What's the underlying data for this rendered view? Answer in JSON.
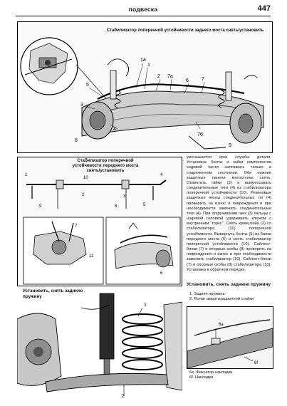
{
  "header": {
    "title": "подвеска",
    "page_number": "447"
  },
  "figure_top": {
    "caption": "Стабилизатор поперечной устойчивости заднего моста снять/установить",
    "labels": [
      "1а",
      "1",
      "2",
      "3",
      "4",
      "5",
      "6",
      "7",
      "7а",
      "7б",
      "8",
      "9"
    ]
  },
  "figure_middle": {
    "caption": "Стабилизатор поперечной устойчивости переднего моста снять/установить",
    "labels": [
      "1",
      "2",
      "3",
      "4",
      "5",
      "6",
      "7",
      "8",
      "9",
      "10",
      "11"
    ]
  },
  "body_text": "уменьшается срок службы детали. Установка: болты и гайки компонентов ходовой части затягивать только в снаряженном состоянии. Обе нижние защитные панели мотоотсека снять. Отвинтить гайки (3) и выпрессовать соединительные тяги (4) из стабилизатора поперечной устойчивости (10). Резиновые защитные чехлы соединительных тяг (4) проверить на износ и повреждения и при необходимости заменить соединительные тяги (4). При откручивании гаек (3) пальцы с шаровой головкой удерживать ключом с внутренним \"торкс\". Снять кронштейн (2) со стабилизатора (10) поперечной устойчивости. Вывернуть болты (5) из балки переднего моста (6) и снять стабилизатор поперечной устойчивости (10). Сайлент-блоки (7) и опорные скобы (8) проверить на повреждения и износ и при необходимости заменить стабилизатор (10). Сайлент-блоки (7) и опорные скобы (8) стабилизатора (10). Установка в обратном порядке.",
  "section_rear_spring": {
    "heading": "Установить, снять заднюю пружину",
    "items": [
      "1. Задняя пружина",
      "2. Рычаг амортизационной стойки"
    ]
  },
  "figure_small": {
    "labels": [
      "6а",
      "6f"
    ],
    "captions": [
      "6е. Фиксатор накладки",
      "6f. Накладка"
    ]
  },
  "figure_bottom": {
    "caption": "Установить, снять заднюю пружину",
    "labels": [
      "1",
      "2"
    ]
  }
}
